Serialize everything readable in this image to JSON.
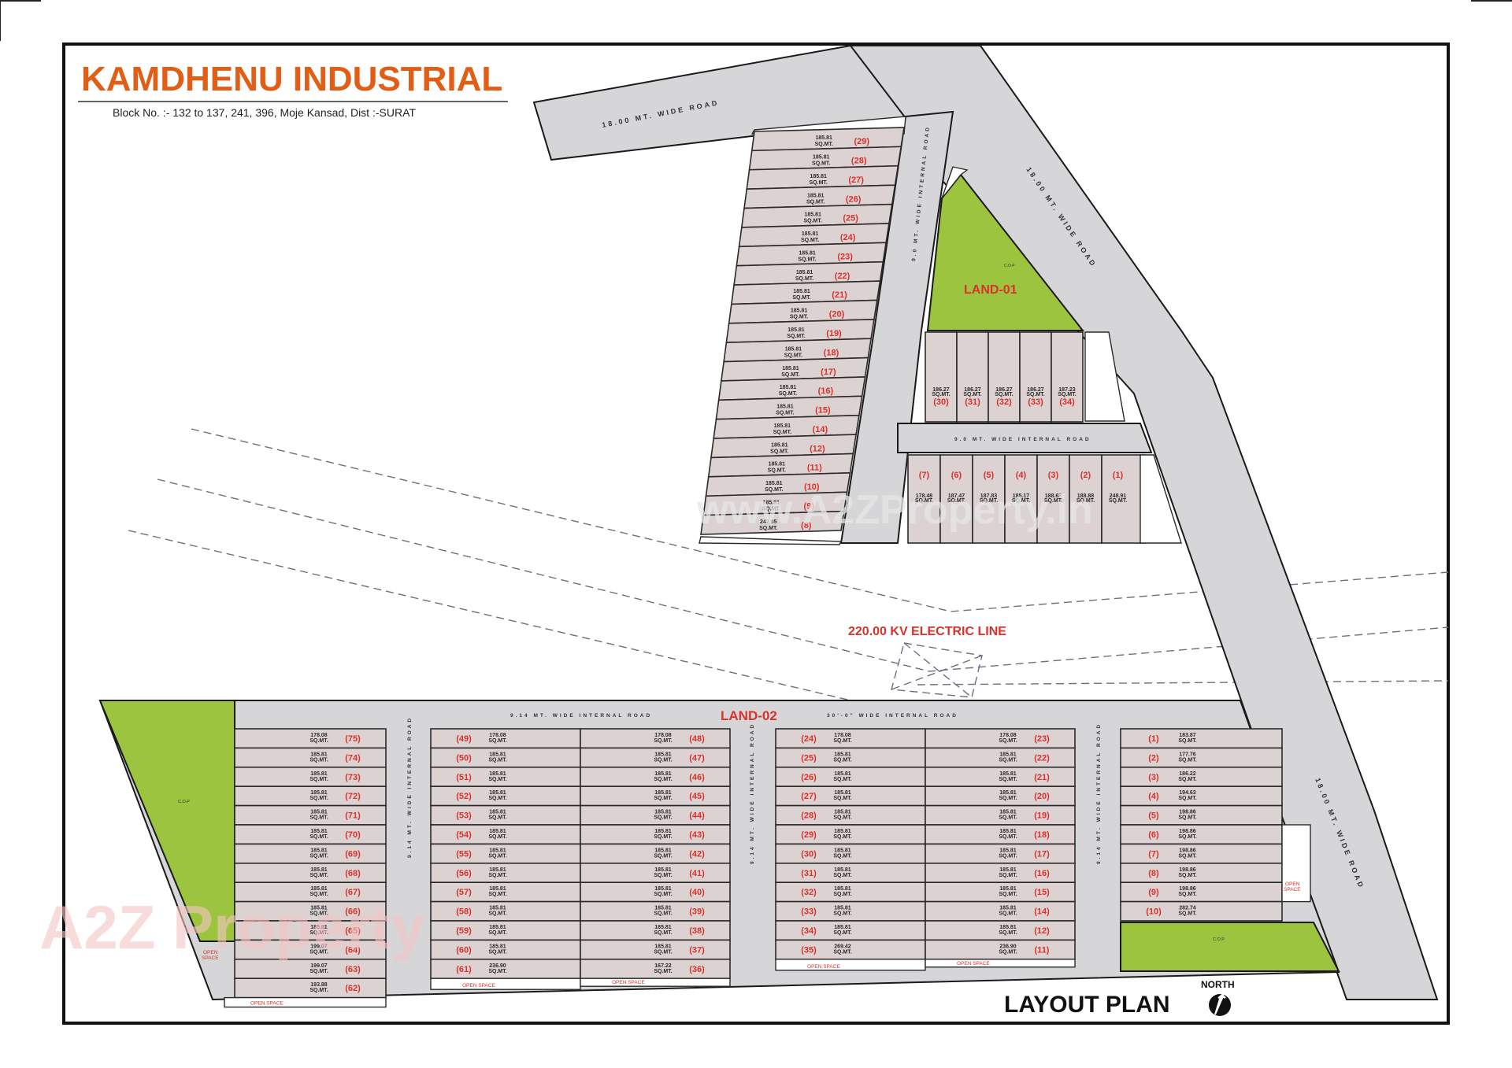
{
  "header": {
    "title": "KAMDHENU INDUSTRIAL",
    "subtitle": "Block No. :- 132 to 137, 241, 396, Moje Kansad, Dist :-SURAT",
    "title_color": "#e05e16"
  },
  "footer": {
    "layout_label": "LAYOUT PLAN",
    "north_label": "NORTH"
  },
  "labels": {
    "land_01": "LAND-01",
    "land_02": "LAND-02",
    "electric_line": "220.00 KV ELECTRIC LINE",
    "cop": "C.O.P",
    "open_space": "OPEN SPACE",
    "open": "OPEN",
    "space": "SPACE",
    "sq_mt": "SQ.MT.",
    "watermark_url": "www.A2ZProperty.in",
    "watermark_logo": "A2Z Property"
  },
  "roads": {
    "top_road": "18.00 MT. WIDE ROAD",
    "diagonal_road_upper": "18.00 MT. WIDE ROAD",
    "diagonal_road_lower": "18.00 MT. WIDE ROAD",
    "upper_internal_vertical": "9.0 MT. WIDE INTERNAL ROAD",
    "upper_internal_horizontal": "9.0 MT. WIDE INTERNAL ROAD",
    "lower_internal_left": "9.14 MT. WIDE INTERNAL ROAD",
    "lower_internal_right": "30'-0\" WIDE INTERNAL ROAD",
    "lower_vertical_1": "9.14 MT. WIDE INTERNAL ROAD",
    "lower_vertical_2": "9.14 MT. WIDE INTERNAL ROAD",
    "lower_vertical_3": "9.14 MT. WIDE INTERNAL ROAD"
  },
  "colors": {
    "road": "#d6d6d8",
    "plot": "#ddd2d2",
    "cop_green": "#9dc43f",
    "plot_number_red": "#d8322c",
    "title_orange": "#e05e16"
  },
  "land_01": {
    "west_strip": [
      {
        "no": "(29)",
        "area": "185.81"
      },
      {
        "no": "(28)",
        "area": "185.81"
      },
      {
        "no": "(27)",
        "area": "185.81"
      },
      {
        "no": "(26)",
        "area": "185.81"
      },
      {
        "no": "(25)",
        "area": "185.81"
      },
      {
        "no": "(24)",
        "area": "185.81"
      },
      {
        "no": "(23)",
        "area": "185.81"
      },
      {
        "no": "(22)",
        "area": "185.81"
      },
      {
        "no": "(21)",
        "area": "185.81"
      },
      {
        "no": "(20)",
        "area": "185.81"
      },
      {
        "no": "(19)",
        "area": "185.81"
      },
      {
        "no": "(18)",
        "area": "185.81"
      },
      {
        "no": "(17)",
        "area": "185.81"
      },
      {
        "no": "(16)",
        "area": "185.81"
      },
      {
        "no": "(15)",
        "area": "185.81"
      },
      {
        "no": "(14)",
        "area": "185.81"
      },
      {
        "no": "(12)",
        "area": "185.81"
      },
      {
        "no": "(11)",
        "area": "185.81"
      },
      {
        "no": "(10)",
        "area": "185.81"
      },
      {
        "no": "(9)",
        "area": "185.81"
      },
      {
        "no": "(8)",
        "area": "242.05"
      }
    ],
    "north_row": [
      {
        "no": "(30)",
        "area": "186.27"
      },
      {
        "no": "(31)",
        "area": "186.27"
      },
      {
        "no": "(32)",
        "area": "186.27"
      },
      {
        "no": "(33)",
        "area": "186.27"
      },
      {
        "no": "(34)",
        "area": "187.23"
      }
    ],
    "south_row": [
      {
        "no": "(7)",
        "area": "178.48"
      },
      {
        "no": "(6)",
        "area": "187.47"
      },
      {
        "no": "(5)",
        "area": "187.83"
      },
      {
        "no": "(4)",
        "area": "185.17"
      },
      {
        "no": "(3)",
        "area": "188.63"
      },
      {
        "no": "(2)",
        "area": "188.88"
      },
      {
        "no": "(1)",
        "area": "248.91"
      }
    ]
  },
  "land_02": {
    "block_a": [
      {
        "no": "(75)",
        "area": "178.08"
      },
      {
        "no": "(74)",
        "area": "185.81"
      },
      {
        "no": "(73)",
        "area": "185.81"
      },
      {
        "no": "(72)",
        "area": "185.81"
      },
      {
        "no": "(71)",
        "area": "185.81"
      },
      {
        "no": "(70)",
        "area": "185.81"
      },
      {
        "no": "(69)",
        "area": "185.81"
      },
      {
        "no": "(68)",
        "area": "185.81"
      },
      {
        "no": "(67)",
        "area": "185.81"
      },
      {
        "no": "(66)",
        "area": "185.81"
      },
      {
        "no": "(65)",
        "area": "185.81"
      },
      {
        "no": "(64)",
        "area": "199.07"
      },
      {
        "no": "(63)",
        "area": "199.07"
      },
      {
        "no": "(62)",
        "area": "193.88"
      }
    ],
    "block_b_left": [
      {
        "no": "(49)",
        "area": "178.08"
      },
      {
        "no": "(50)",
        "area": "185.81"
      },
      {
        "no": "(51)",
        "area": "185.81"
      },
      {
        "no": "(52)",
        "area": "185.81"
      },
      {
        "no": "(53)",
        "area": "185.81"
      },
      {
        "no": "(54)",
        "area": "185.81"
      },
      {
        "no": "(55)",
        "area": "185.81"
      },
      {
        "no": "(56)",
        "area": "185.81"
      },
      {
        "no": "(57)",
        "area": "185.81"
      },
      {
        "no": "(58)",
        "area": "185.81"
      },
      {
        "no": "(59)",
        "area": "185.81"
      },
      {
        "no": "(60)",
        "area": "185.81"
      },
      {
        "no": "(61)",
        "area": "236.90"
      }
    ],
    "block_b_right": [
      {
        "no": "(48)",
        "area": "178.08"
      },
      {
        "no": "(47)",
        "area": "185.81"
      },
      {
        "no": "(46)",
        "area": "185.81"
      },
      {
        "no": "(45)",
        "area": "185.81"
      },
      {
        "no": "(44)",
        "area": "185.81"
      },
      {
        "no": "(43)",
        "area": "185.81"
      },
      {
        "no": "(42)",
        "area": "185.81"
      },
      {
        "no": "(41)",
        "area": "185.81"
      },
      {
        "no": "(40)",
        "area": "185.81"
      },
      {
        "no": "(39)",
        "area": "185.81"
      },
      {
        "no": "(38)",
        "area": "185.81"
      },
      {
        "no": "(37)",
        "area": "185.81"
      },
      {
        "no": "(36)",
        "area": "167.22"
      }
    ],
    "block_c_left": [
      {
        "no": "(24)",
        "area": "178.08"
      },
      {
        "no": "(25)",
        "area": "185.81"
      },
      {
        "no": "(26)",
        "area": "185.81"
      },
      {
        "no": "(27)",
        "area": "185.81"
      },
      {
        "no": "(28)",
        "area": "185.81"
      },
      {
        "no": "(29)",
        "area": "185.81"
      },
      {
        "no": "(30)",
        "area": "185.81"
      },
      {
        "no": "(31)",
        "area": "185.81"
      },
      {
        "no": "(32)",
        "area": "185.81"
      },
      {
        "no": "(33)",
        "area": "185.81"
      },
      {
        "no": "(34)",
        "area": "185.81"
      },
      {
        "no": "(35)",
        "area": "269.42"
      }
    ],
    "block_c_right": [
      {
        "no": "(23)",
        "area": "178.08"
      },
      {
        "no": "(22)",
        "area": "185.81"
      },
      {
        "no": "(21)",
        "area": "185.81"
      },
      {
        "no": "(20)",
        "area": "185.81"
      },
      {
        "no": "(19)",
        "area": "185.81"
      },
      {
        "no": "(18)",
        "area": "185.81"
      },
      {
        "no": "(17)",
        "area": "185.81"
      },
      {
        "no": "(16)",
        "area": "185.81"
      },
      {
        "no": "(15)",
        "area": "185.81"
      },
      {
        "no": "(14)",
        "area": "185.81"
      },
      {
        "no": "(12)",
        "area": "185.81"
      },
      {
        "no": "(11)",
        "area": "236.90"
      }
    ],
    "block_d": [
      {
        "no": "(1)",
        "area": "183.87"
      },
      {
        "no": "(2)",
        "area": "177.76"
      },
      {
        "no": "(3)",
        "area": "186.22"
      },
      {
        "no": "(4)",
        "area": "194.63"
      },
      {
        "no": "(5)",
        "area": "198.86"
      },
      {
        "no": "(6)",
        "area": "198.86"
      },
      {
        "no": "(7)",
        "area": "198.86"
      },
      {
        "no": "(8)",
        "area": "198.86"
      },
      {
        "no": "(9)",
        "area": "198.86"
      },
      {
        "no": "(10)",
        "area": "282.74"
      }
    ]
  }
}
